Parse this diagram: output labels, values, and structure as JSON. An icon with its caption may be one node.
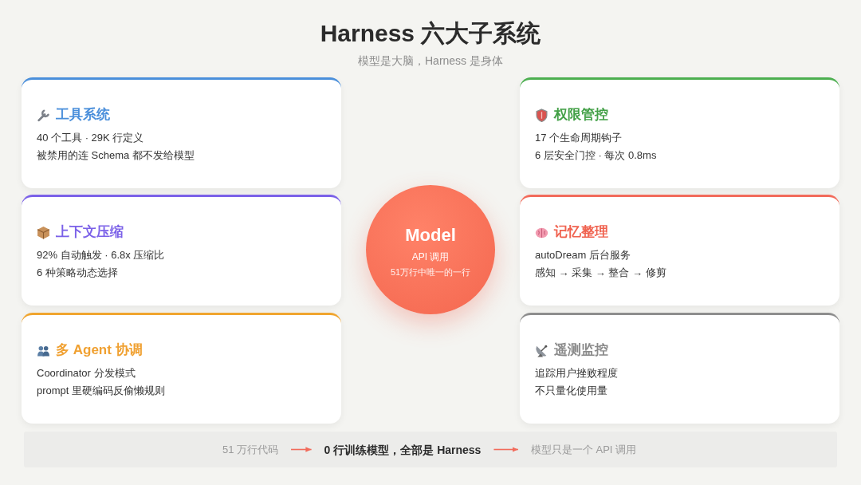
{
  "diagram": {
    "title": "Harness 六大子系统",
    "nodes": [
      {
        "text": [
          "工具系统",
          "40 个工具 · 29K 行定义",
          "被禁用的连 Schema 都不发给模型"
        ]
      },
      {
        "text": [
          "权限管控",
          "17 个生命周期钩子",
          "6 层安全门控 · 每次 0.8ms"
        ]
      },
      {
        "text": [
          "上下文压缩",
          "92% 自动触发 · 6.8x 压缩比",
          "6 种策略动态选择"
        ]
      },
      {
        "text": [
          "Model",
          "API 调用",
          "51万行中唯一的一行"
        ]
      },
      {
        "text": [
          "记忆整理",
          "autoDream 后台服务",
          "感知 → 采集 → 整合 → 修剪"
        ]
      },
      {
        "text": [
          "多 Agent 协调",
          "Coordinator 分发模式",
          "prompt 里硬编码反偷懒规则"
        ]
      },
      {
        "text": [
          "遥测监控",
          "追踪用户挫败程度",
          "不只量化使用量"
        ]
      },
      {
        "text": [],
        "shape": "bar"
      },
      {
        "text": [
          "51 万行代码"
        ],
        "in": 7
      },
      {
        "text": [
          "0 行训练模型，全部是 Harness"
        ],
        "in": 7
      },
      {
        "text": [
          "模型只是一个 API 调用"
        ],
        "in": 7
      }
    ],
    "edges": [
      {
        "from": 8,
        "to": 9,
        "arrow": "to"
      },
      {
        "from": 9,
        "to": 10,
        "arrow": "to"
      }
    ],
    "labels": [
      "模型是大脑，Harness 是身体"
    ]
  }
}
